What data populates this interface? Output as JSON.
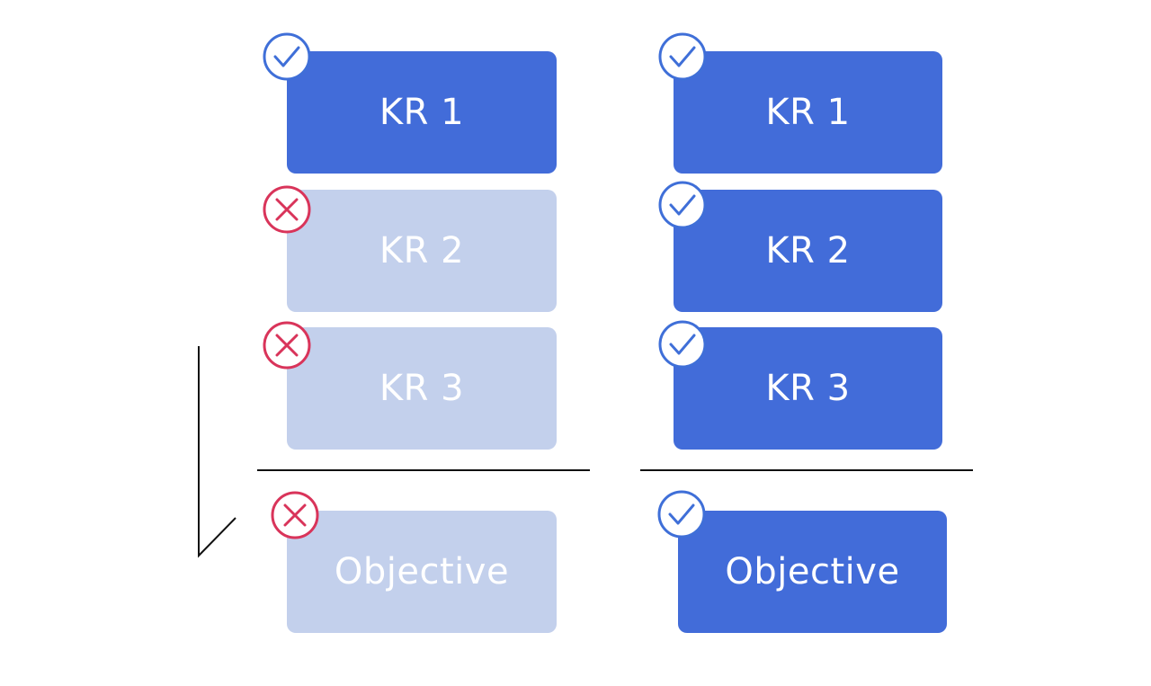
{
  "left_column": {
    "cards": [
      {
        "label": "KR 1",
        "status": "done"
      },
      {
        "label": "KR 2",
        "status": "fail"
      },
      {
        "label": "KR 3",
        "status": "fail"
      }
    ],
    "objective": {
      "label": "Objective",
      "status": "fail"
    }
  },
  "right_column": {
    "cards": [
      {
        "label": "KR 1",
        "status": "done"
      },
      {
        "label": "KR 2",
        "status": "done"
      },
      {
        "label": "KR 3",
        "status": "done"
      }
    ],
    "objective": {
      "label": "Objective",
      "status": "done"
    }
  },
  "colors": {
    "done_fill": "#426cd9",
    "fail_fill": "#c3d0ec",
    "check_icon": "#3f6fd8",
    "cross_icon": "#d9345a",
    "rule": "#111111"
  }
}
